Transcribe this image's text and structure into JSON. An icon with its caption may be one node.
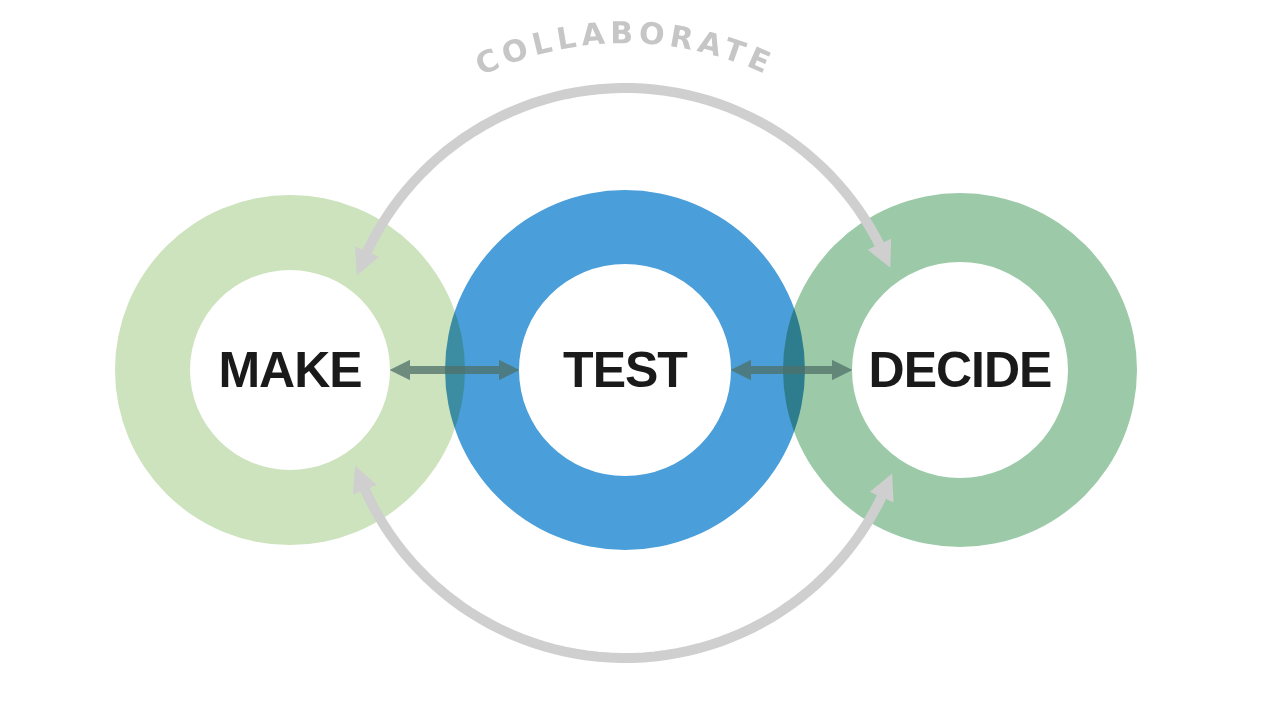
{
  "diagram": {
    "nodes": [
      {
        "text": [
          "MAKE"
        ]
      },
      {
        "text": [
          "TEST"
        ]
      },
      {
        "text": [
          "DECIDE"
        ]
      }
    ],
    "edges": [
      {
        "from": 0,
        "to": 1,
        "arrow": "both",
        "color": "#4f7068"
      },
      {
        "from": 1,
        "to": 2,
        "arrow": "both",
        "color": "#4f7068"
      },
      {
        "from": 0,
        "to": 2,
        "arrow": "both",
        "label": "COLLABORATE",
        "color": "#cfcfcf"
      },
      {
        "from": 0,
        "to": 2,
        "arrow": "both",
        "color": "#cfcfcf"
      }
    ]
  }
}
